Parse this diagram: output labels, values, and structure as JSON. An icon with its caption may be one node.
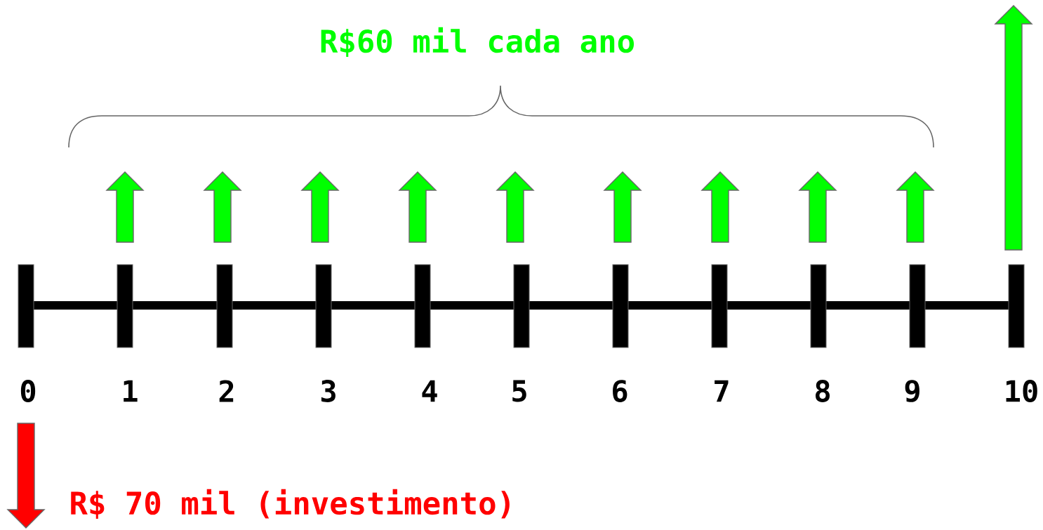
{
  "diagram": {
    "labels": [
      "R$60 mil cada ano",
      "0",
      "1",
      "2",
      "3",
      "4",
      "5",
      "6",
      "7",
      "8",
      "9",
      "10",
      "R$ 70 mil (investimento)"
    ]
  }
}
